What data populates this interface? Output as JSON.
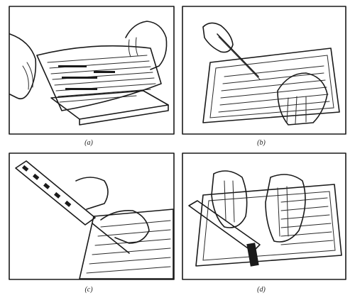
{
  "panels": [
    {
      "id": "a",
      "caption": "(a)"
    },
    {
      "id": "b",
      "caption": "(b)"
    },
    {
      "id": "c",
      "caption": "(c)"
    },
    {
      "id": "d",
      "caption": "(d)"
    }
  ]
}
